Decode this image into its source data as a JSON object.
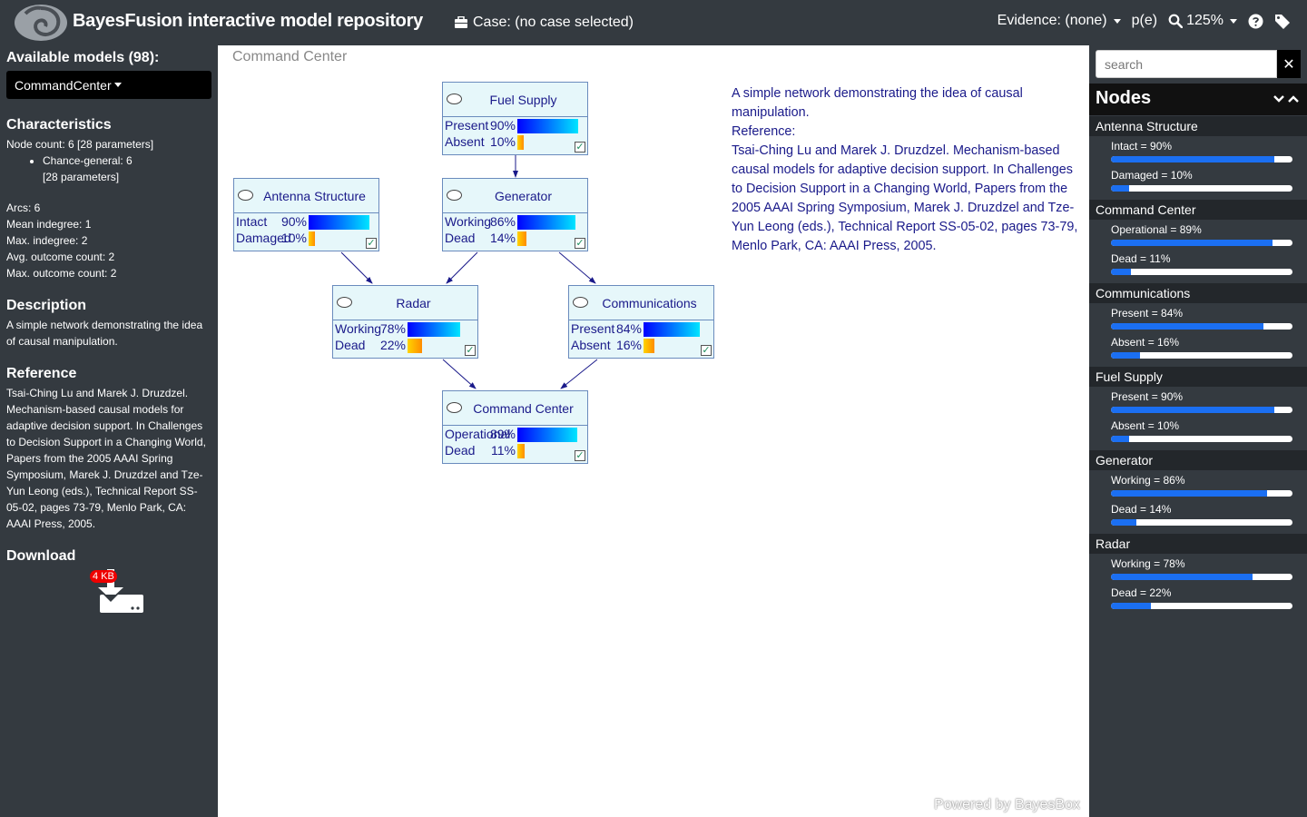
{
  "header": {
    "title": "BayesFusion interactive model repository",
    "case_label": "Case: (no case selected)",
    "evidence_label": "Evidence: (none)",
    "pe_label": "p(e)",
    "zoom_label": "125%"
  },
  "left": {
    "models_title": "Available models (98):",
    "selected_model": "CommandCenter",
    "characteristics_title": "Characteristics",
    "node_count": "Node count: 6 [28 parameters]",
    "chance_general": "Chance-general: 6",
    "chance_general_params": "[28 parameters]",
    "stats": [
      "Arcs: 6",
      "Mean indegree: 1",
      "Max. indegree: 2",
      "Avg. outcome count: 2",
      "Max. outcome count: 2"
    ],
    "description_title": "Description",
    "description": "A simple network demonstrating the idea of causal manipulation.",
    "reference_title": "Reference",
    "reference": "Tsai-Ching Lu and Marek J. Druzdzel. Mechanism-based causal models for adaptive decision support. In Challenges to Decision Support in a Changing World, Papers from the 2005 AAAI Spring Symposium, Marek J. Druzdzel and Tze-Yun Leong (eds.), Technical Report SS-05-02, pages 73-79, Menlo Park, CA: AAAI Press, 2005.",
    "download_title": "Download",
    "download_size": "4 KB"
  },
  "main": {
    "title": "Command Center",
    "description_lines": [
      "A simple network demonstrating the idea of causal manipulation.",
      "Reference:",
      "Tsai-Ching Lu and Marek J. Druzdzel. Mechanism-based causal models for adaptive decision support. In Challenges to Decision Support in a Changing World, Papers from the 2005 AAAI Spring Symposium, Marek J. Druzdzel and Tze-Yun Leong (eds.), Technical Report SS-05-02, pages 73-79, Menlo Park, CA: AAAI Press, 2005."
    ],
    "powered_by": "Powered by BayesBox",
    "nodes": {
      "fuel": {
        "title": "Fuel Supply",
        "states": [
          {
            "label": "Present",
            "pct": "90%",
            "value": 0.9
          },
          {
            "label": "Absent",
            "pct": "10%",
            "value": 0.1
          }
        ]
      },
      "antenna": {
        "title": "Antenna Structure",
        "states": [
          {
            "label": "Intact",
            "pct": "90%",
            "value": 0.9
          },
          {
            "label": "Damaged",
            "pct": "10%",
            "value": 0.1
          }
        ]
      },
      "generator": {
        "title": "Generator",
        "states": [
          {
            "label": "Working",
            "pct": "86%",
            "value": 0.86
          },
          {
            "label": "Dead",
            "pct": "14%",
            "value": 0.14
          }
        ]
      },
      "radar": {
        "title": "Radar",
        "states": [
          {
            "label": "Working",
            "pct": "78%",
            "value": 0.78
          },
          {
            "label": "Dead",
            "pct": "22%",
            "value": 0.22
          }
        ]
      },
      "comms": {
        "title": "Communications",
        "states": [
          {
            "label": "Present",
            "pct": "84%",
            "value": 0.84
          },
          {
            "label": "Absent",
            "pct": "16%",
            "value": 0.16
          }
        ]
      },
      "command": {
        "title": "Command Center",
        "states": [
          {
            "label": "Operational",
            "pct": "89%",
            "value": 0.89
          },
          {
            "label": "Dead",
            "pct": "11%",
            "value": 0.11
          }
        ]
      }
    }
  },
  "right": {
    "search_placeholder": "search",
    "nodes_title": "Nodes",
    "groups": [
      {
        "title": "Antenna Structure",
        "states": [
          {
            "label": "Intact = 90%",
            "value": 0.9
          },
          {
            "label": "Damaged = 10%",
            "value": 0.1
          }
        ]
      },
      {
        "title": "Command Center",
        "states": [
          {
            "label": "Operational = 89%",
            "value": 0.89
          },
          {
            "label": "Dead = 11%",
            "value": 0.11
          }
        ]
      },
      {
        "title": "Communications",
        "states": [
          {
            "label": "Present = 84%",
            "value": 0.84
          },
          {
            "label": "Absent = 16%",
            "value": 0.16
          }
        ]
      },
      {
        "title": "Fuel Supply",
        "states": [
          {
            "label": "Present = 90%",
            "value": 0.9
          },
          {
            "label": "Absent = 10%",
            "value": 0.1
          }
        ]
      },
      {
        "title": "Generator",
        "states": [
          {
            "label": "Working = 86%",
            "value": 0.86
          },
          {
            "label": "Dead = 14%",
            "value": 0.14
          }
        ]
      },
      {
        "title": "Radar",
        "states": [
          {
            "label": "Working = 78%",
            "value": 0.78
          },
          {
            "label": "Dead = 22%",
            "value": 0.22
          }
        ]
      }
    ]
  }
}
